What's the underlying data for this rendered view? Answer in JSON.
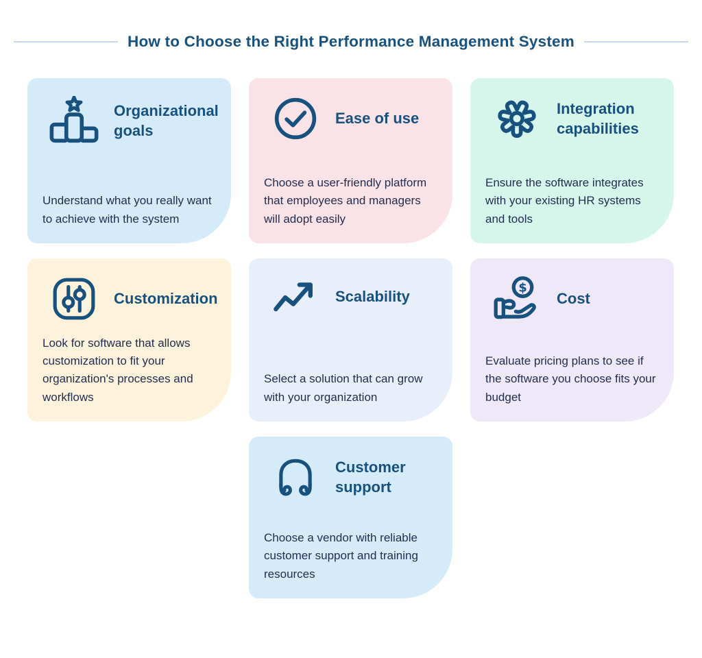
{
  "page": {
    "title": "How to Choose the Right Performance Management System"
  },
  "colors": {
    "accent": "#18517E",
    "body_text": "#232D4F",
    "divider_line": "#C9DBEE",
    "page_bg": "#FFFFFF"
  },
  "cards": [
    {
      "title": "Organizational goals",
      "description": "Understand what you really want to achieve with the system",
      "icon": "podium-star-icon",
      "bg": "#D5EBFA"
    },
    {
      "title": "Ease of use",
      "description": "Choose a user-friendly platform that employees and managers will adopt easily",
      "icon": "check-circle-icon",
      "bg": "#FAE3E7"
    },
    {
      "title": "Integration capabilities",
      "description": "Ensure the software integrates with your existing HR systems and tools",
      "icon": "gear-icon",
      "bg": "#D6F6EB"
    },
    {
      "title": "Customization",
      "description": "Look for software that allows customization to fit your organization's processes and workflows",
      "icon": "sliders-icon",
      "bg": "#FDF3DC"
    },
    {
      "title": "Scalability",
      "description": "Select a solution that can grow with your organization",
      "icon": "trend-up-arrow-icon",
      "bg": "#E8EFFB"
    },
    {
      "title": "Cost",
      "description": "Evaluate pricing plans to see if the software you choose fits your budget",
      "icon": "hand-coin-icon",
      "bg": "#EFE8F9"
    },
    {
      "title": "Customer support",
      "description": "Choose a vendor with reliable customer support and training resources",
      "icon": "headphones-icon",
      "bg": "#D5EBFA"
    }
  ]
}
